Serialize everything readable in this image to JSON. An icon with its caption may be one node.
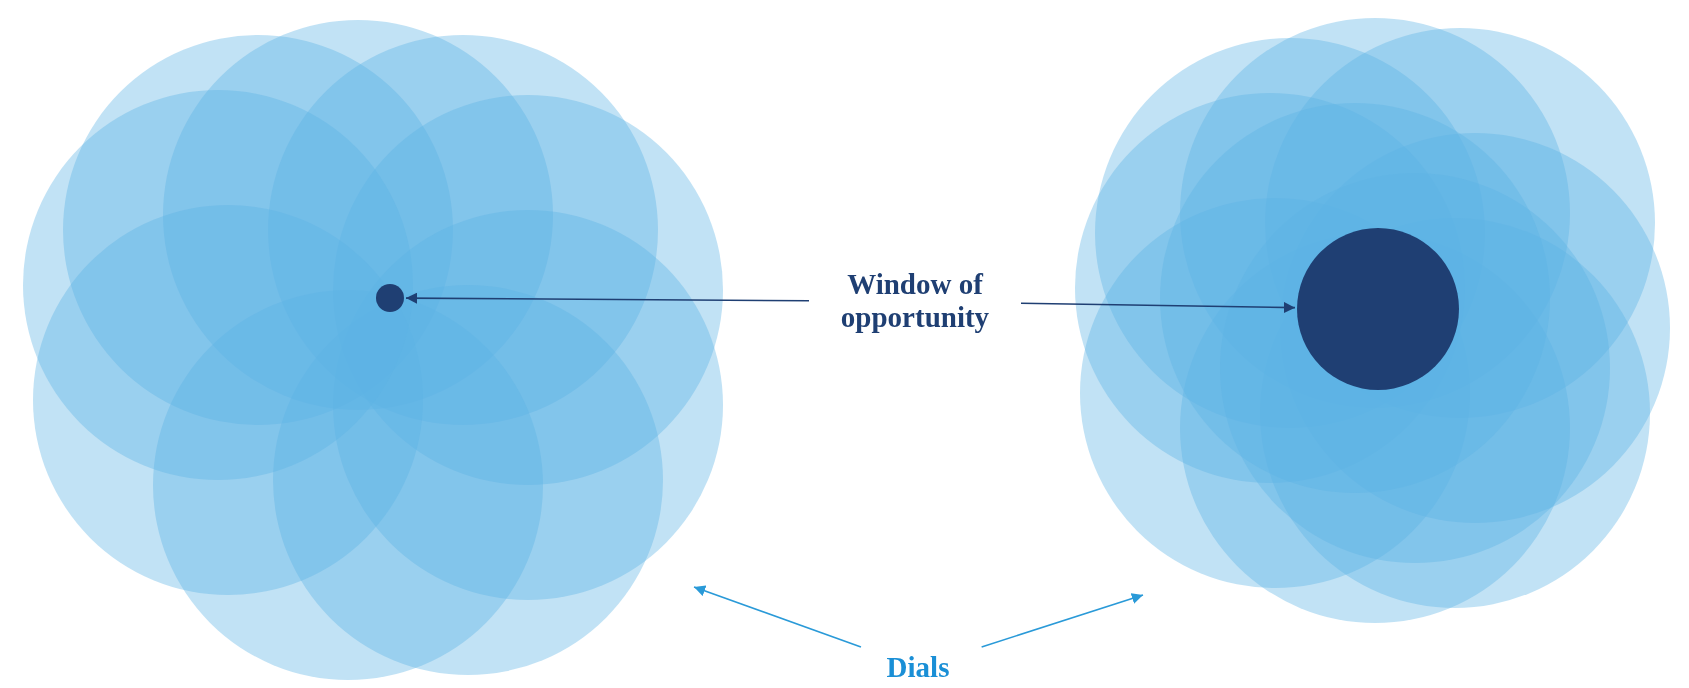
{
  "diagram": {
    "nodes": [
      {
        "text": [],
        "shape": "picture"
      },
      {
        "text": [],
        "shape": "circle",
        "in": 0
      },
      {
        "text": [
          "Window of opportunity"
        ]
      },
      {
        "text": [],
        "shape": "circle",
        "in": 4
      },
      {
        "text": [],
        "shape": "picture"
      },
      {
        "text": [
          "Dials"
        ]
      }
    ],
    "edges": [
      {
        "from": 2,
        "to": 1,
        "arrow": "to"
      },
      {
        "from": 2,
        "to": 3,
        "arrow": "to"
      },
      {
        "from": 5,
        "to": 0,
        "arrow": "to",
        "color": "#2a9ad8"
      },
      {
        "from": 5,
        "to": 4,
        "arrow": "to",
        "color": "#2a9ad8"
      }
    ]
  }
}
